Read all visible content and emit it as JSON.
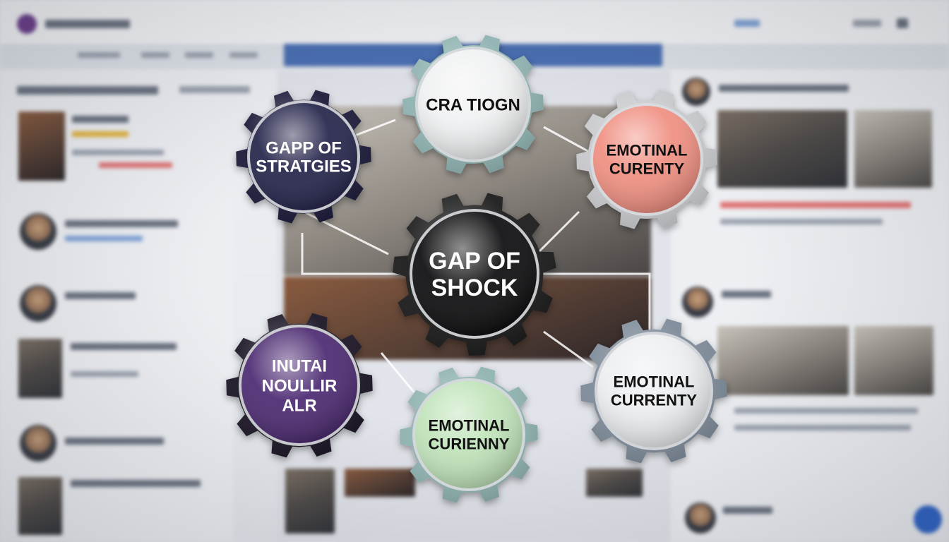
{
  "gears": [
    {
      "id": "center",
      "lines": [
        "GAP OF",
        "SHOCK"
      ],
      "rim": "#1a1a1d",
      "face": "#0b0b0d",
      "text_color": "#ffffff"
    },
    {
      "id": "top",
      "lines": [
        "CRA TIOGN"
      ],
      "rim": "#8fb3b1",
      "face": "#f0f1f2",
      "text_color": "#111111"
    },
    {
      "id": "top-left",
      "lines": [
        "GAPP OF",
        "STRATGIES"
      ],
      "rim": "#1d1d3a",
      "face": "#23234a",
      "text_color": "#ffffff"
    },
    {
      "id": "top-right",
      "lines": [
        "EMOTINAL",
        "CURENTY"
      ],
      "rim": "#c7c9cc",
      "face": "#f08e80",
      "text_color": "#111111"
    },
    {
      "id": "bottom-left",
      "lines": [
        "INUTAI",
        "NOULLIR",
        "ALR"
      ],
      "rim": "#1d1626",
      "face": "#4a2870",
      "text_color": "#ffffff"
    },
    {
      "id": "bottom",
      "lines": [
        "EMOTINAL",
        "CURIENNY"
      ],
      "rim": "#8fb3b1",
      "face": "#bfe3b9",
      "text_color": "#111111"
    },
    {
      "id": "bottom-right",
      "lines": [
        "EMOTINAL",
        "CURRENTY"
      ],
      "rim": "#7e8b99",
      "face": "#eceef0",
      "text_color": "#111111"
    }
  ]
}
